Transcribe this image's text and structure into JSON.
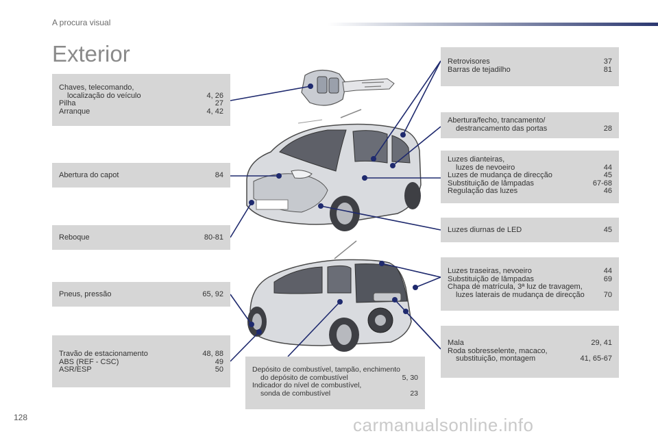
{
  "header": {
    "section": "A procura visual"
  },
  "title": "Exterior",
  "page_number": "128",
  "watermark": "carmanualsonline.info",
  "boxes": {
    "keys": {
      "line1": "Chaves, telecomando,",
      "line2": "localização do veículo",
      "line2_pages": "4, 26",
      "line3": "Pilha",
      "line3_pages": "27",
      "line4": "Arranque",
      "line4_pages": "4, 42"
    },
    "bonnet": {
      "label": "Abertura do capot",
      "pages": "84"
    },
    "towing": {
      "label": "Reboque",
      "pages": "80-81"
    },
    "tyres": {
      "label": "Pneus, pressão",
      "pages": "65, 92"
    },
    "brake": {
      "line1": "Travão de estacionamento",
      "line1_pages": "48, 88",
      "line2": "ABS (REF - CSC)",
      "line2_pages": "49",
      "line3": "ASR/ESP",
      "line3_pages": "50"
    },
    "fuel": {
      "line1": "Depósito de combustível, tampão, enchimento",
      "line2": "do depósito de combustível",
      "line2_pages": "5, 30",
      "line3": "Indicador do nível de combustível,",
      "line4": "sonda de combustível",
      "line4_pages": "23"
    },
    "mirrors": {
      "line1": "Retrovisores",
      "line1_pages": "37",
      "line2": "Barras de tejadilho",
      "line2_pages": "81"
    },
    "doors": {
      "line1": "Abertura/fecho, trancamento/",
      "line2": "destrancamento das portas",
      "line2_pages": "28"
    },
    "front_lights": {
      "line1": "Luzes dianteiras,",
      "line2": "luzes de nevoeiro",
      "line2_pages": "44",
      "line3": "Luzes de mudança de direcção",
      "line3_pages": "45",
      "line4": "Substituição de lâmpadas",
      "line4_pages": "67-68",
      "line5": "Regulação das luzes",
      "line5_pages": "46"
    },
    "led": {
      "label": "Luzes diurnas de LED",
      "pages": "45"
    },
    "rear_lights": {
      "line1": "Luzes traseiras, nevoeiro",
      "line1_pages": "44",
      "line2": "Substituição de lâmpadas",
      "line2_pages": "69",
      "line3": "Chapa de matrícula, 3ª luz de travagem,",
      "line4": "luzes laterais de mudança de direcção",
      "line4_pages": "70"
    },
    "boot": {
      "line1": "Mala",
      "line1_pages": "29, 41",
      "line2": "Roda sobresselente, macaco,",
      "line3": "substituição, montagem",
      "line3_pages": "41, 65-67"
    }
  },
  "colors": {
    "box": "#d6d6d6",
    "leader": "#1f2a6e",
    "header_bar": "#2b3770"
  }
}
